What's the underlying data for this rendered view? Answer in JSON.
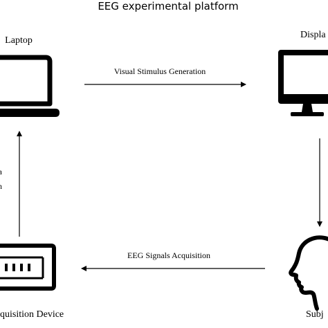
{
  "title": "EEG experimental platform",
  "nodes": {
    "laptop": {
      "label": "Laptop",
      "icon": "laptop-icon"
    },
    "display": {
      "label": "Displa",
      "icon": "monitor-icon"
    },
    "acquisition_device": {
      "label": "quisition Device",
      "icon": "acquisition-device-icon"
    },
    "subject": {
      "label": "Subj",
      "icon": "head-silhouette-icon"
    }
  },
  "edges": {
    "laptop_to_display": "Visual Stimulus Generation",
    "subject_to_device": "EEG Signals Acquisition",
    "device_to_laptop_line1": "a",
    "device_to_laptop_line2": "n"
  },
  "colors": {
    "ink": "#000000",
    "background": "#ffffff"
  }
}
